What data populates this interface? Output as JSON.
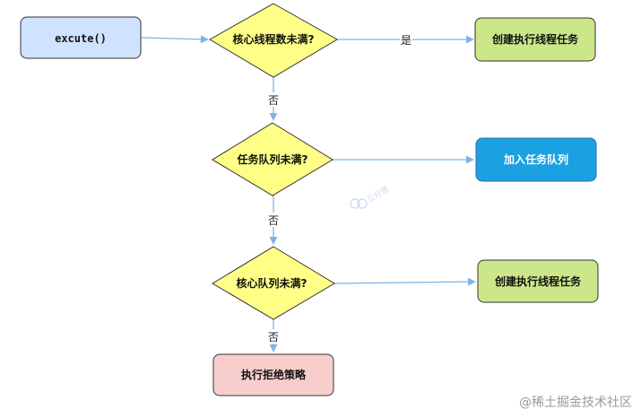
{
  "nodes": {
    "start": "excute()",
    "decision_core": "核心线程数未满?",
    "create_task_1": "创建执行线程任务",
    "decision_queue": "任务队列未满?",
    "add_queue": "加入任务队列",
    "decision_max": "核心队列未满?",
    "create_task_2": "创建执行线程任务",
    "reject": "执行拒绝策略"
  },
  "edges": {
    "yes": "是",
    "no_1": "否",
    "no_2": "否",
    "no_3": "否"
  },
  "watermark": "三分恶",
  "footer": "@稀土掘金技术社区",
  "colors": {
    "start_fill": "#cfe2ff",
    "decision_fill": "#ffff88",
    "green_fill": "#cce68a",
    "blue_fill": "#1ba1e2",
    "red_fill": "#f8cecc",
    "arrow": "#7fb3e6"
  }
}
